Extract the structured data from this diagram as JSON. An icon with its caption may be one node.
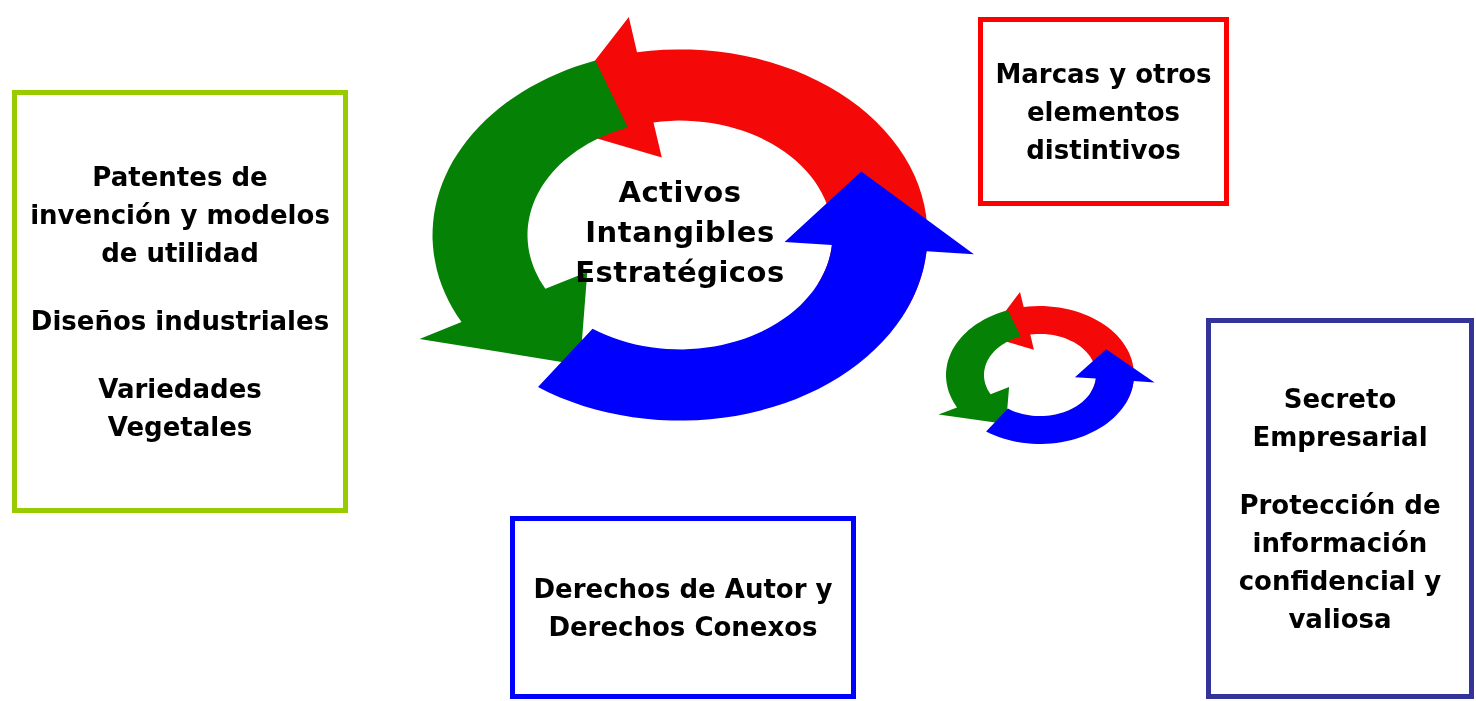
{
  "diagram": {
    "nodes": [
      {
        "text": [
          "Patentes de invención y modelos de utilidad",
          "Diseños industriales",
          "Variedades Vegetales"
        ]
      },
      {
        "text": [
          "Marcas y otros elementos distintivos"
        ]
      },
      {
        "text": [
          "Derechos de Autor y Derechos Conexos"
        ]
      },
      {
        "text": [
          "Secreto Empresarial",
          "Protección de información confidencial y valiosa"
        ]
      }
    ],
    "labels": [
      "Activos Intangibles Estratégicos"
    ]
  }
}
